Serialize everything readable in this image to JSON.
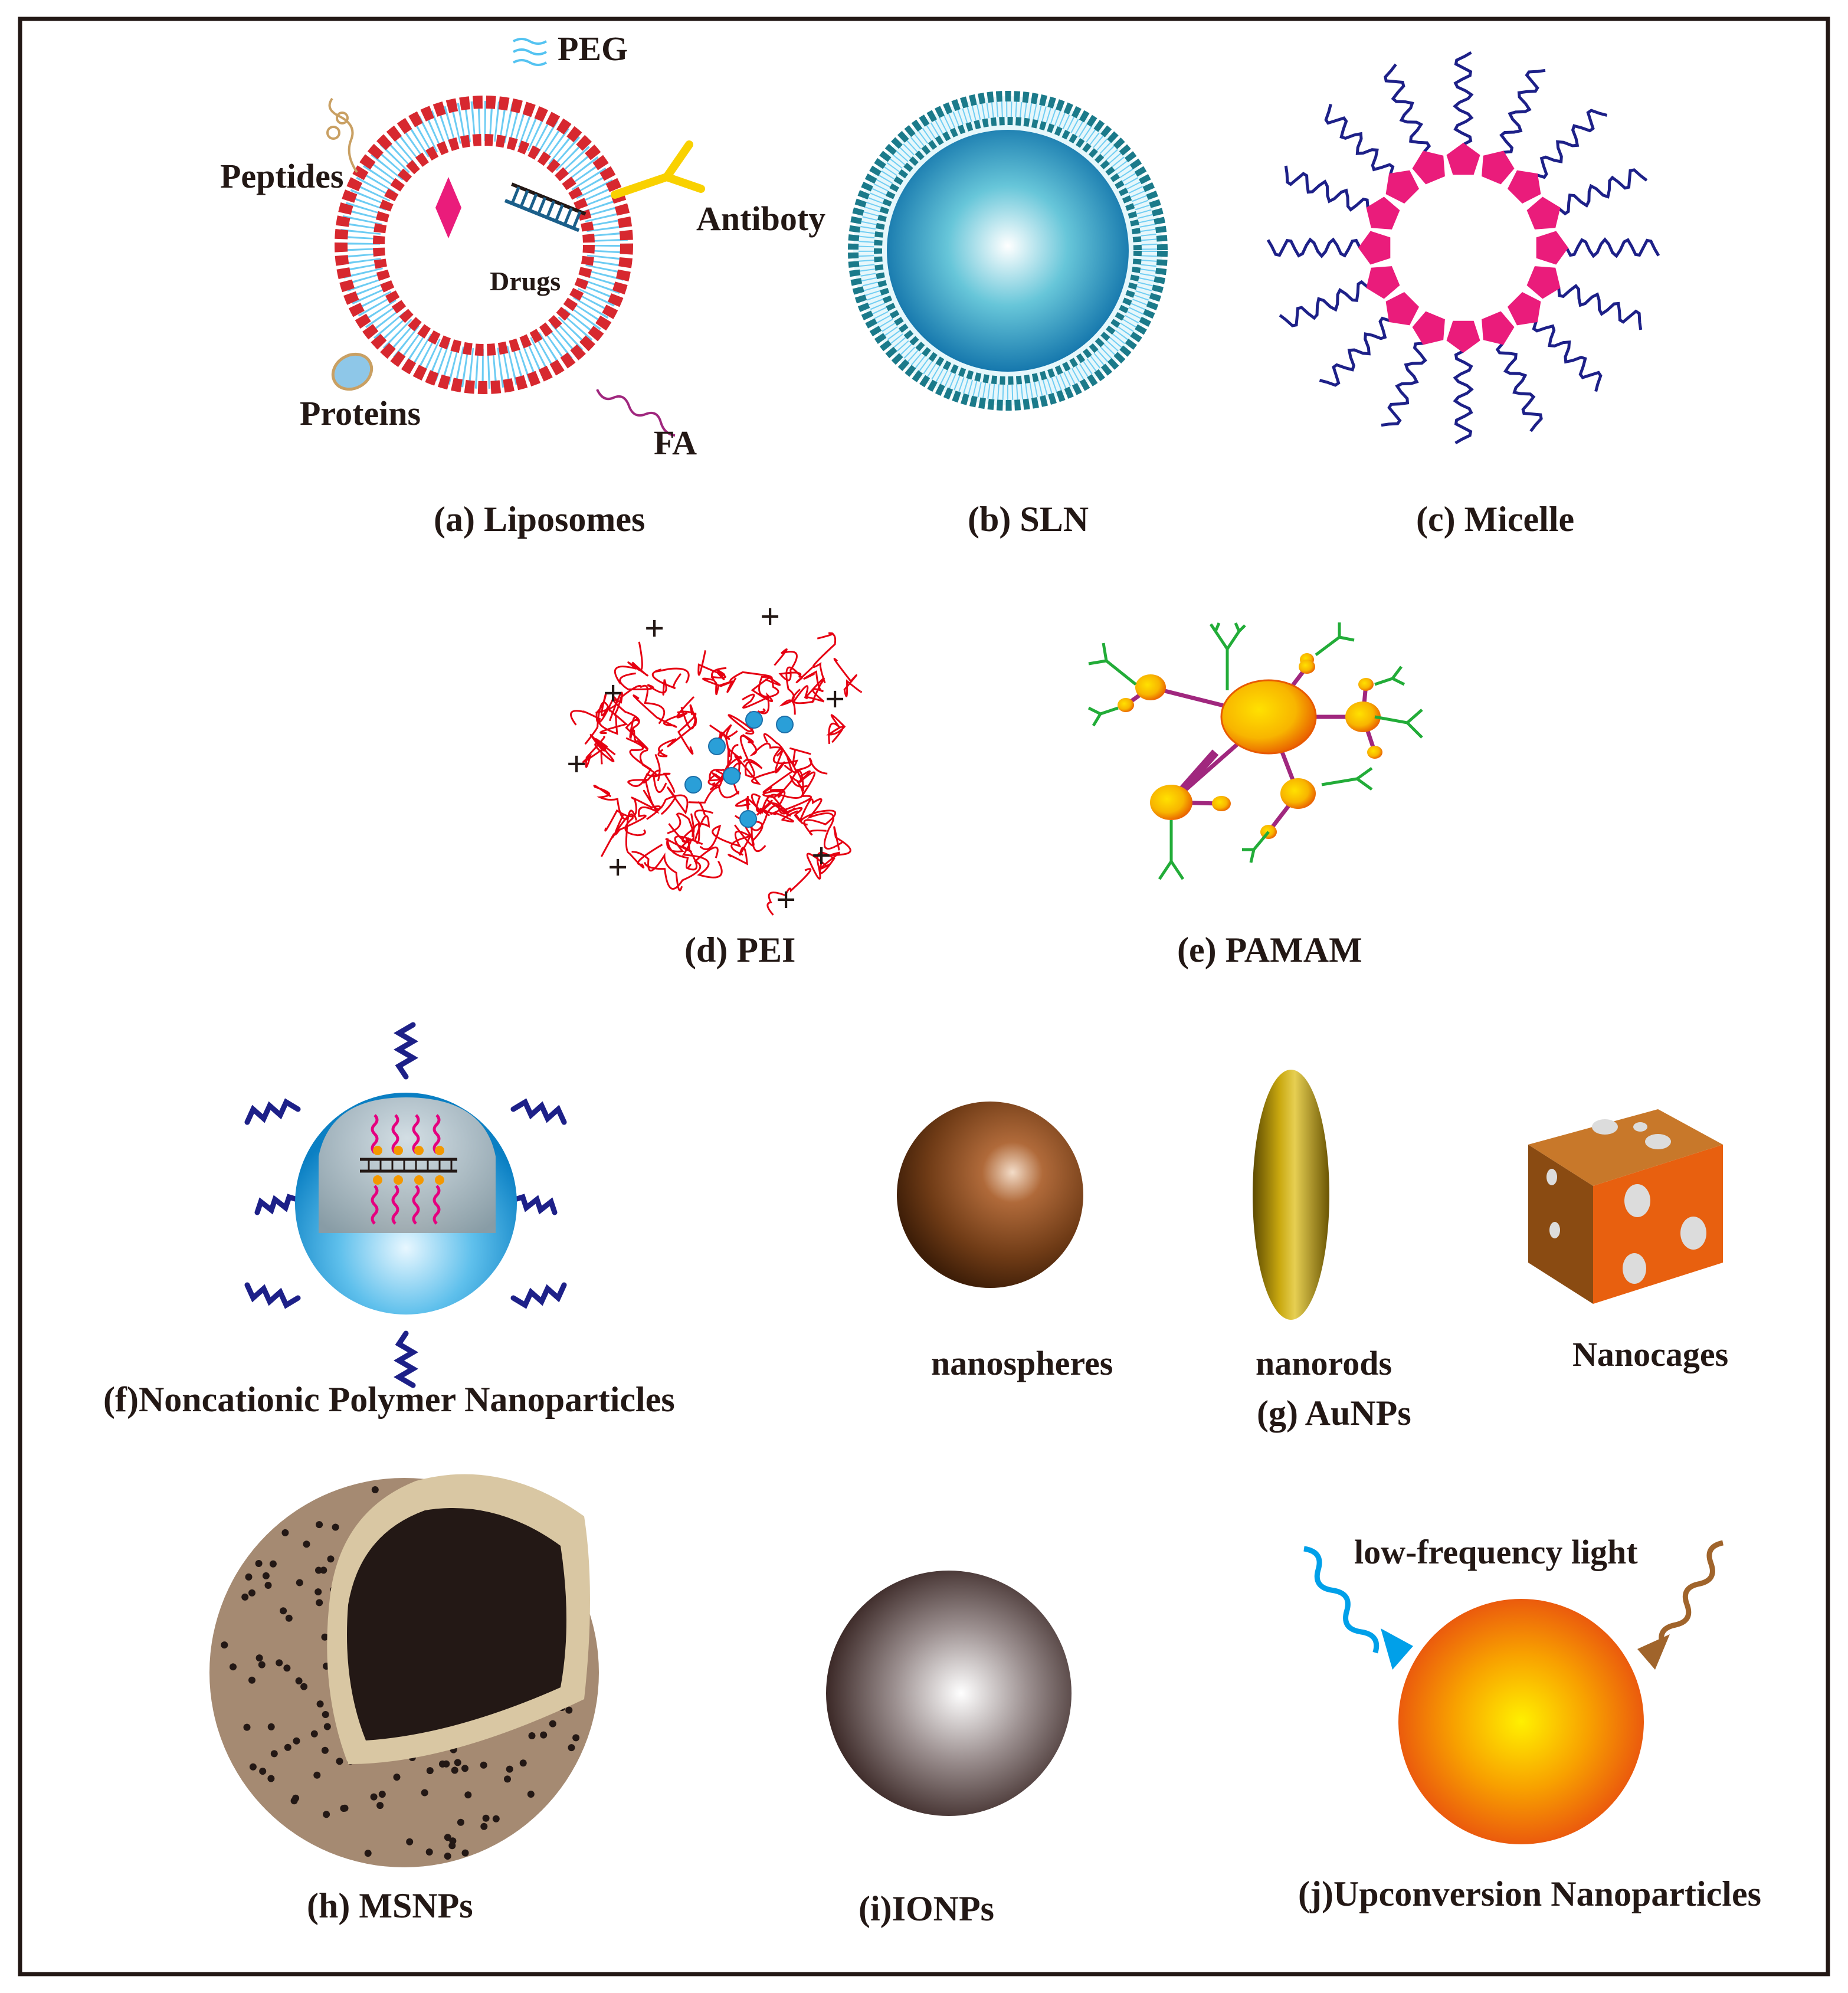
{
  "panels": {
    "liposomes": {
      "caption": "(a) Liposomes",
      "labels": {
        "peg": "PEG",
        "peptides": "Peptides",
        "antibody": "Antiboty",
        "drugs": "Drugs",
        "proteins": "Proteins",
        "fa": "FA"
      }
    },
    "sln": {
      "caption": "(b) SLN"
    },
    "micelle": {
      "caption": "(c) Micelle"
    },
    "pei": {
      "caption": "(d) PEI",
      "charge_symbol": "+"
    },
    "pamam": {
      "caption": "(e) PAMAM"
    },
    "polymer_np": {
      "caption": "(f)Noncationic Polymer Nanoparticles"
    },
    "aunps": {
      "caption": "(g) AuNPs",
      "items": {
        "spheres": "nanospheres",
        "rods": "nanorods",
        "cages": "Nanocages"
      }
    },
    "msnps": {
      "caption": "(h) MSNPs"
    },
    "ionps": {
      "caption": "(i)IONPs"
    },
    "ucnp": {
      "caption": "(j)Upconversion Nanoparticles",
      "light_label": "low-frequency light"
    }
  },
  "colors": {
    "frame": "#231815",
    "liposome_head": "#d7282f",
    "liposome_tail": "#54c3f1",
    "sln_shell": "#1b7a8a",
    "sln_core": "#1596c9",
    "micelle_head": "#ea1c7b",
    "micelle_tail": "#1d2088",
    "pei_chain": "#e60012",
    "pei_dot": "#2a9fd8",
    "pamam_node": "#f39800",
    "pamam_link": "#a0277e",
    "pamam_end": "#22ac38",
    "gold_sphere": "#6f3b16",
    "gold_rod": "#a88a0b",
    "gold_cage": "#e8600f",
    "msn_shell": "#a58a72",
    "msn_layer": "#d9c7a3",
    "msn_core": "#231815",
    "ionp": "#3a2b2a",
    "ucnp": "#f08300",
    "blue_light": "#00a0e9",
    "brown_light": "#a0642b"
  },
  "icons": [
    "peg-icon",
    "peptide-icon",
    "antibody-icon",
    "protein-icon",
    "folic-acid-icon",
    "drug-diamond-icon",
    "dna-icon",
    "arrow-icon"
  ]
}
